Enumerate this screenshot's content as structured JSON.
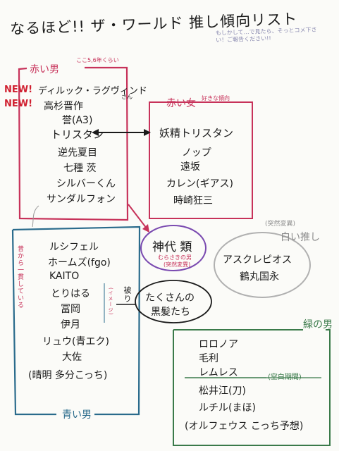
{
  "title": "なるほど!! ザ・ワールド 推し傾向リスト",
  "note": "もしかして…で見たら、そっとコメ下さい！ご報告ください!!",
  "red_male": {
    "label": "赤い男",
    "sublabel": "ここ5,6年くらい",
    "new_marks": [
      "NEW!",
      "NEW!"
    ],
    "items": [
      "ディルック・ラグヴィンド",
      "高杉晋作",
      "誉(A3)",
      "トリスタン",
      "逆先夏目",
      "七種 茨",
      "シルバーくん",
      "サンダルフォン"
    ],
    "suffix": "さん"
  },
  "red_female": {
    "label": "赤い女",
    "sublabel": "好きな傾向",
    "items": [
      "妖精トリスタン",
      "ノップ",
      "遠坂",
      "カレン(ギアス)",
      "時崎狂三"
    ]
  },
  "blue_male": {
    "label": "青い男",
    "side_note": "昔から一貫している",
    "items": [
      "ルシフェル",
      "ホームズ(fgo)",
      "KAITO",
      "とりはる",
      "冨岡",
      "伊月",
      "リュウ(青エク)",
      "大佐",
      "(晴明  多分こっち)"
    ],
    "image_note": "(イメージ)"
  },
  "kamishiro": {
    "name": "神代 類",
    "note1": "むらさきの男",
    "note2": "(突然変異)"
  },
  "kurokami": {
    "text1": "たくさんの",
    "text2": "黒髪たち",
    "side": "被り"
  },
  "white": {
    "label": "白い推し",
    "sublabel": "(突然変異)",
    "items": [
      "アスクレピオス",
      "鶴丸国永"
    ]
  },
  "green_male": {
    "label": "緑の男",
    "items": [
      "ロロノア",
      "毛利",
      "レムレス"
    ],
    "period": "(空白期間)",
    "items2": [
      "松井江(刀)",
      "ルチル(まほ)",
      "(オルフェウス  こっち予想)"
    ]
  },
  "colors": {
    "red": "#c7325a",
    "blue": "#2a6b8c",
    "green": "#3a7a4a",
    "gray": "#9a9a9a"
  }
}
